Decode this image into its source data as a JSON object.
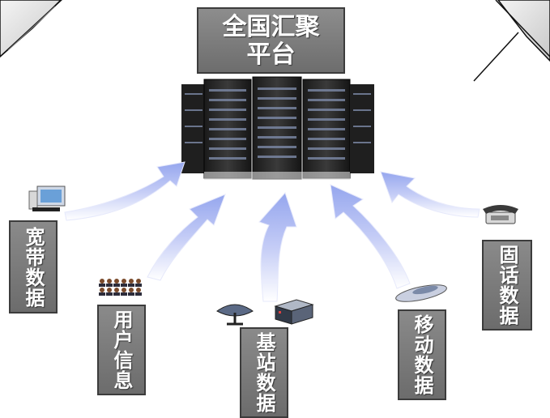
{
  "title": "全国汇聚平台",
  "sources": {
    "broadband": "宽带数据",
    "user_info": "用户信息",
    "base_station": "基站数据",
    "mobile": "移动数据",
    "landline": "固话数据"
  },
  "colors": {
    "label_bg": "#7a7a7a",
    "label_border": "#3c3c3c",
    "arrow_fill": "#a9b6f2",
    "arrow_edge": "#ffffff",
    "server_body": "#2b2b2b"
  },
  "icons": [
    "computer-icon",
    "user-group-icon",
    "satellite-dish-icon",
    "server-box-icon",
    "mobile-phone-icon",
    "telephone-icon",
    "server-rack-icon"
  ]
}
